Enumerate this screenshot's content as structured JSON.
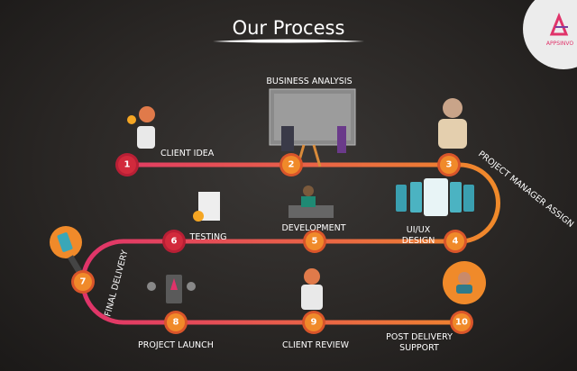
{
  "title": "Our Process",
  "logo": {
    "text": "APPSINVO"
  },
  "colors": {
    "pink": "#e0336a",
    "orange": "#f08a2a",
    "red": "#d22a3c"
  },
  "steps": [
    {
      "number": "1",
      "label": "CLIENT IDEA"
    },
    {
      "number": "2",
      "label": "BUSINESS ANALYSIS"
    },
    {
      "number": "3",
      "label": "PROJECT MANAGER ASSIGN"
    },
    {
      "number": "4",
      "label": "UI/UX",
      "label2": "DESIGN"
    },
    {
      "number": "5",
      "label": "DEVELOPMENT"
    },
    {
      "number": "6",
      "label": "TESTING"
    },
    {
      "number": "7",
      "label": "FINAL DELIVERY"
    },
    {
      "number": "8",
      "label": "PROJECT LAUNCH"
    },
    {
      "number": "9",
      "label": "CLIENT REVIEW"
    },
    {
      "number": "10",
      "label": "POST DELIVERY",
      "label2": "SUPPORT"
    }
  ]
}
